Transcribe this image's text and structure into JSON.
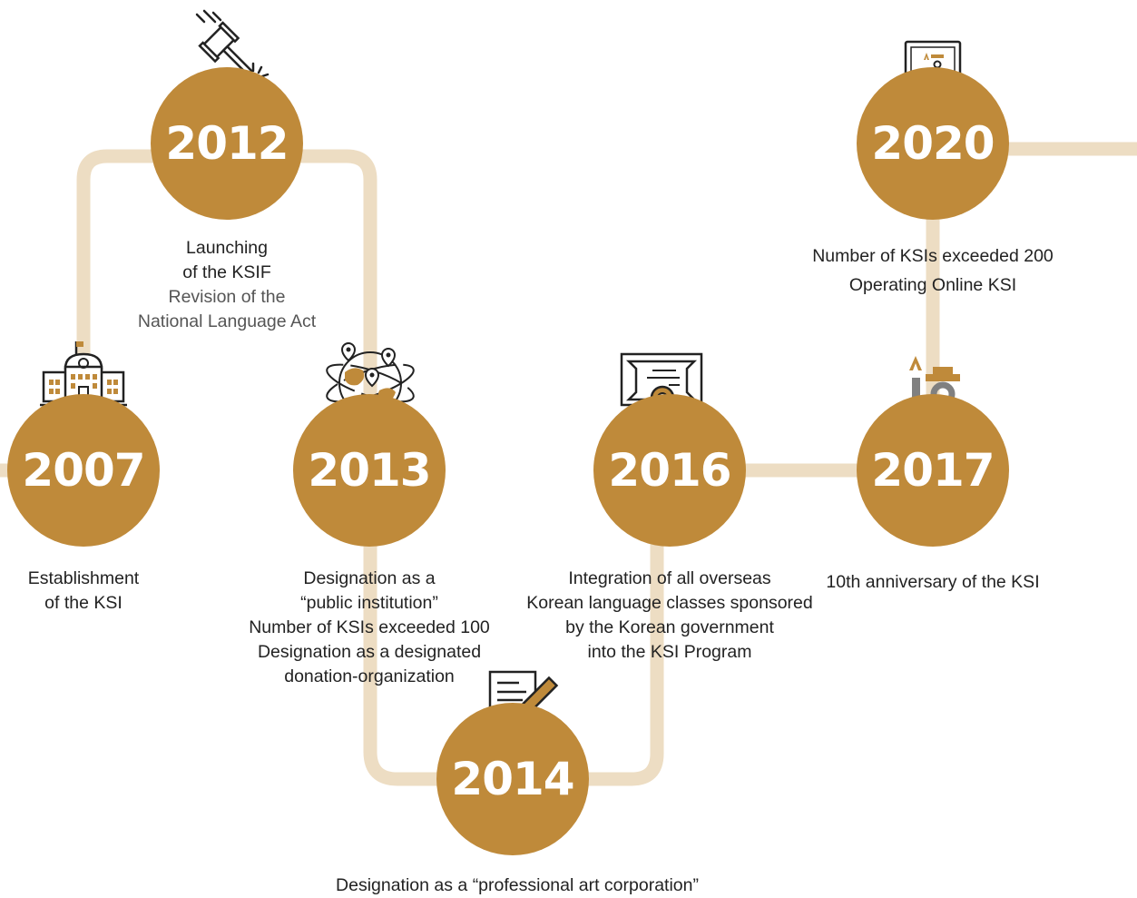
{
  "colors": {
    "circle": "#BF8A3A",
    "path": "#EDDDC3",
    "icon_dark": "#222222",
    "icon_accent": "#BF8A3A",
    "icon_gray": "#808080",
    "text": "#222222"
  },
  "milestones": {
    "m2007": {
      "year": "2007",
      "icon": "school-building-icon",
      "lines": [
        "Establishment",
        "of the KSI"
      ]
    },
    "m2012": {
      "year": "2012",
      "icon": "gavel-icon",
      "lines": [
        "Launching",
        "of the KSIF"
      ],
      "sub_lines": [
        "Revision of the",
        "National Language Act"
      ]
    },
    "m2013": {
      "year": "2013",
      "icon": "globe-pins-icon",
      "lines": [
        "Designation as a",
        "“public institution”",
        "Number of KSIs exceeded 100",
        "Designation as a designated",
        "donation-organization"
      ]
    },
    "m2014": {
      "year": "2014",
      "icon": "document-pen-icon",
      "lines": [
        "Designation as a “professional art corporation”"
      ]
    },
    "m2016": {
      "year": "2016",
      "icon": "certificate-icon",
      "lines": [
        "Integration of all overseas",
        "Korean language classes sponsored",
        "by the Korean government",
        "into the KSI Program"
      ]
    },
    "m2017": {
      "year": "2017",
      "icon": "anniversary-10-icon",
      "lines": [
        "10th anniversary of the KSI"
      ]
    },
    "m2020": {
      "year": "2020",
      "icon": "laptop-icon",
      "lines": [
        "Number of KSIs exceeded 200",
        "Operating Online KSI"
      ]
    }
  }
}
